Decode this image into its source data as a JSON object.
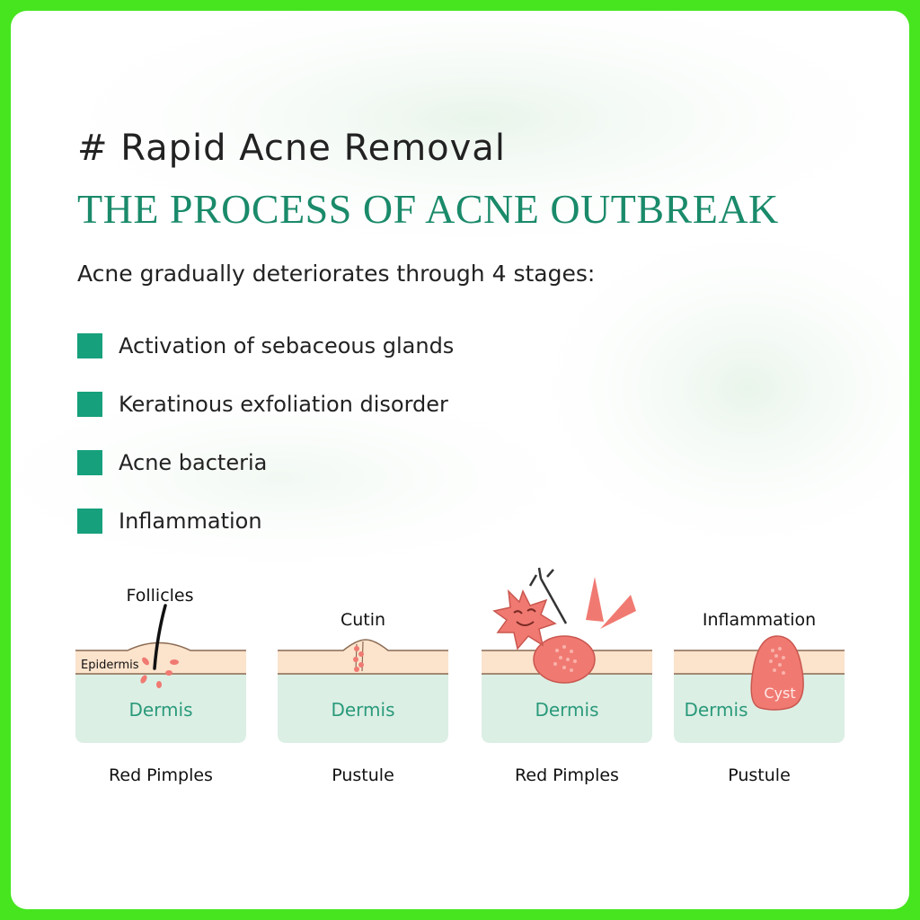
{
  "header": {
    "subtitle": "# Rapid Acne Removal",
    "title": "THE PROCESS OF ACNE OUTBREAK"
  },
  "intro": "Acne gradually deteriorates through 4 stages:",
  "stages": [
    {
      "label": "Activation of sebaceous glands"
    },
    {
      "label": "Keratinous exfoliation disorder"
    },
    {
      "label": "Acne bacteria"
    },
    {
      "label": "Inflammation"
    }
  ],
  "panels": [
    {
      "top_label": "Follicles",
      "side_label": "Epidermis",
      "layer_label": "Dermis",
      "caption": "Red Pimples"
    },
    {
      "top_label": "Cutin",
      "layer_label": "Dermis",
      "caption": "Pustule"
    },
    {
      "layer_label": "Dermis",
      "caption": "Red Pimples"
    },
    {
      "top_label": "Inflammation",
      "layer_label": "Dermis",
      "growth_label": "Cyst",
      "caption": "Pustule"
    }
  ],
  "colors": {
    "frame": "#46e51f",
    "title_green": "#1a8a6a",
    "square_green": "#16a07c",
    "skin": "#fbe3cc",
    "dermis": "#dcefe5",
    "dermis_text": "#2a9a7a",
    "lesion": "#f07a72"
  }
}
